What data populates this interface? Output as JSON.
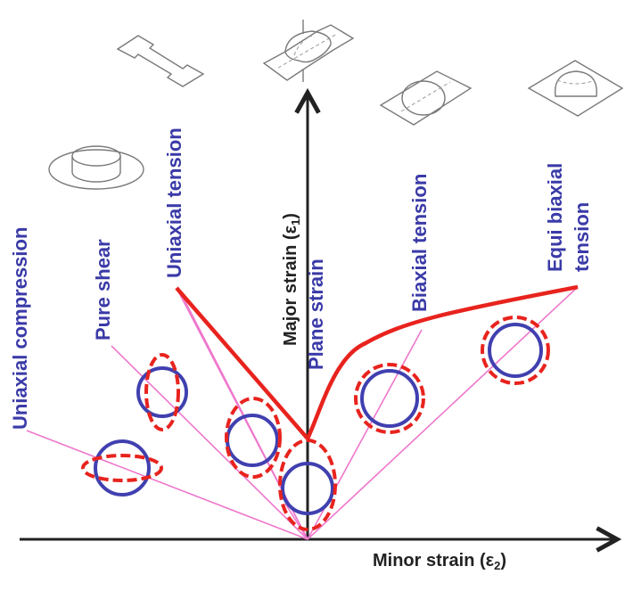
{
  "colors": {
    "label_blue": "#3a3aa8",
    "flc_red": "#e8231e",
    "strain_path_pink": "#ee77cc",
    "circle_blue": "#4040b0",
    "ellipse_red": "#e8231e",
    "axis": "#222222",
    "specimen": "#7a7a7a"
  },
  "axes": {
    "x_label": "Minor strain (ε",
    "x_sub": "2",
    "x_close": ")",
    "y_label": "Major strain (ε",
    "y_sub": "1",
    "y_close": ")"
  },
  "strain_paths": [
    {
      "id": "uniaxial-compression",
      "label": "Uniaxial compression",
      "deformed_shape": "horizontal ellipse",
      "specimen": "cylinder compression"
    },
    {
      "id": "pure-shear",
      "label": "Pure shear",
      "deformed_shape": "vertical narrow ellipse",
      "specimen": ""
    },
    {
      "id": "uniaxial-tension",
      "label": "Uniaxial tension",
      "deformed_shape": "vertical ellipse",
      "specimen": "dog-bone tensile bar"
    },
    {
      "id": "plane-strain",
      "label": "Plane strain",
      "deformed_shape": "vertical elongated ellipse",
      "specimen": "narrow strip dome"
    },
    {
      "id": "biaxial-tension",
      "label": "Biaxial tension",
      "deformed_shape": "enlarged circle",
      "specimen": "rectangular strip dome"
    },
    {
      "id": "equibiaxial-tension",
      "label_line1": "Equi biaxial",
      "label_line2": "tension",
      "deformed_shape": "uniformly enlarged circle",
      "specimen": "square sheet dome"
    }
  ],
  "legend_semantics": {
    "solid_blue_circle": "original grid circle",
    "dashed_red_shape": "deformed grid shape",
    "solid_red_curve": "forming limit curve"
  }
}
